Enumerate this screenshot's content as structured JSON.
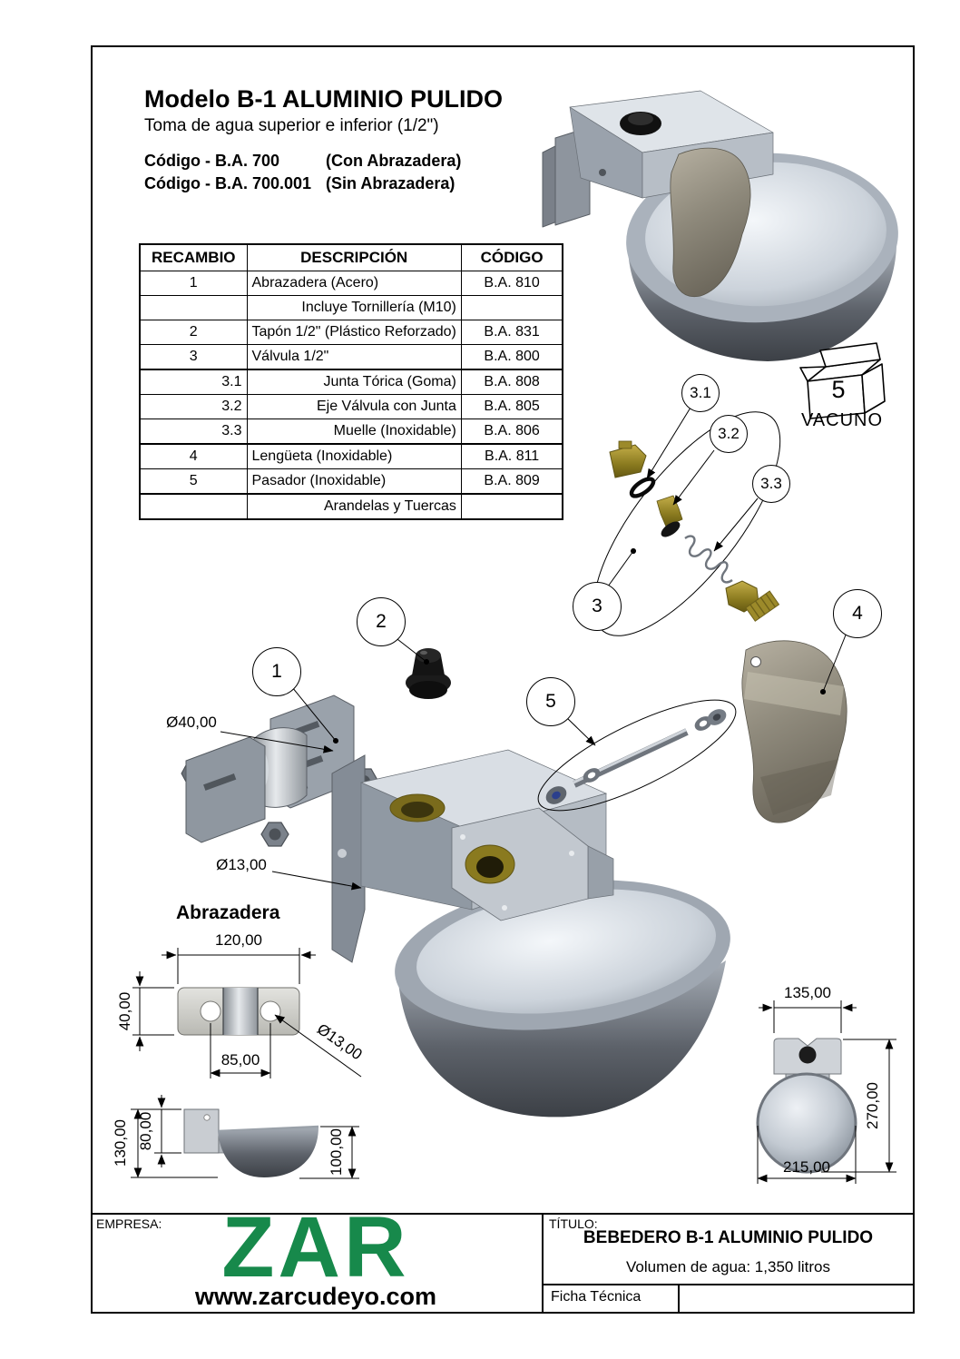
{
  "header": {
    "title": "Modelo B-1 ALUMINIO PULIDO",
    "subtitle": "Toma de agua superior e inferior (1/2\")",
    "codes": [
      {
        "code": "Código - B.A. 700",
        "variant": "(Con Abrazadera)"
      },
      {
        "code": "Código - B.A. 700.001",
        "variant": "(Sin Abrazadera)"
      }
    ]
  },
  "parts_table": {
    "headers": [
      "RECAMBIO",
      "DESCRIPCIÓN",
      "CÓDIGO"
    ],
    "rows": [
      {
        "num": "1",
        "desc": "Abrazadera (Acero)",
        "code": "B.A. 810"
      },
      {
        "num": "",
        "desc": "Incluye Tornillería (M10)",
        "code": ""
      },
      {
        "num": "2",
        "desc": "Tapón 1/2\" (Plástico Reforzado)",
        "code": "B.A. 831"
      },
      {
        "num": "3",
        "desc": "Válvula 1/2\"",
        "code": "B.A. 800"
      },
      {
        "num": "3.1",
        "desc": "Junta Tórica (Goma)",
        "code": "B.A. 808"
      },
      {
        "num": "3.2",
        "desc": "Eje Válvula con Junta",
        "code": "B.A. 805"
      },
      {
        "num": "3.3",
        "desc": "Muelle (Inoxidable)",
        "code": "B.A. 806"
      },
      {
        "num": "4",
        "desc": "Lengüeta (Inoxidable)",
        "code": "B.A. 811"
      },
      {
        "num": "5",
        "desc": "Pasador (Inoxidable)",
        "code": "B.A. 809"
      },
      {
        "num": "",
        "desc": "Arandelas y Tuercas",
        "code": ""
      }
    ]
  },
  "callouts": {
    "b1": "1",
    "b2": "2",
    "b3": "3",
    "b31": "3.1",
    "b32": "3.2",
    "b33": "3.3",
    "b4": "4",
    "b5": "5"
  },
  "category": {
    "box_number": "5",
    "label": "VACUNO"
  },
  "dimensions": {
    "clamp_heading": "Abrazadera",
    "pipe_diameter": "Ø40,00",
    "body_hole": "Ø13,00",
    "clamp_width": "120,00",
    "clamp_height": "40,00",
    "clamp_hole_spacing": "85,00",
    "clamp_hole_diameter": "Ø13,00",
    "side_total_height": "130,00",
    "side_bracket_height": "80,00",
    "side_bowl_height": "100,00",
    "front_top_width": "135,00",
    "front_total_height": "270,00",
    "front_bowl_width": "215,00"
  },
  "title_block": {
    "company_label": "EMPRESA:",
    "logo_text": "ZAR",
    "logo_color": "#17894b",
    "website": "www.zarcudeyo.com",
    "title_label": "TÍTULO:",
    "document_title": "BEBEDERO B-1 ALUMINIO PULIDO",
    "volume_note": "Volumen de agua: 1,350 litros",
    "document_type": "Ficha Técnica"
  }
}
